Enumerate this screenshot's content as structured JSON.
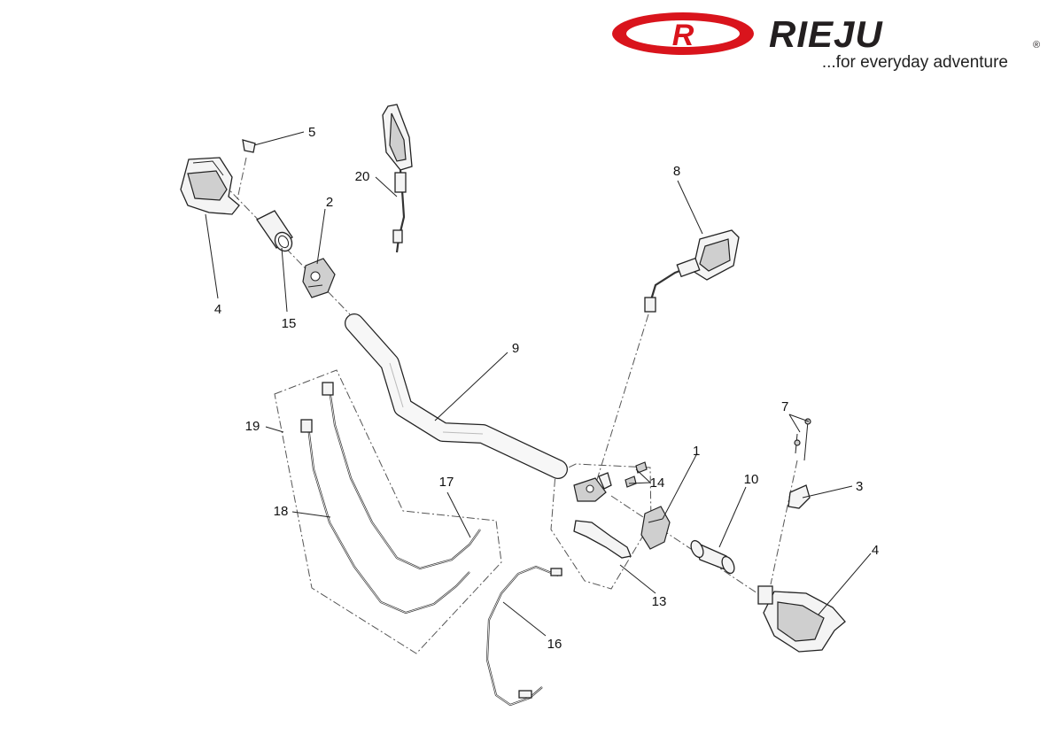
{
  "brand": {
    "name": "RIEJU",
    "emblem_letter": "R",
    "registered": "®",
    "tagline": "...for everyday adventure",
    "colors": {
      "red": "#d9141c",
      "dark": "#231f20"
    }
  },
  "callouts": [
    "1",
    "2",
    "3",
    "4",
    "4",
    "5",
    "7",
    "8",
    "9",
    "10",
    "13",
    "14",
    "15",
    "16",
    "17",
    "18",
    "19",
    "20"
  ]
}
